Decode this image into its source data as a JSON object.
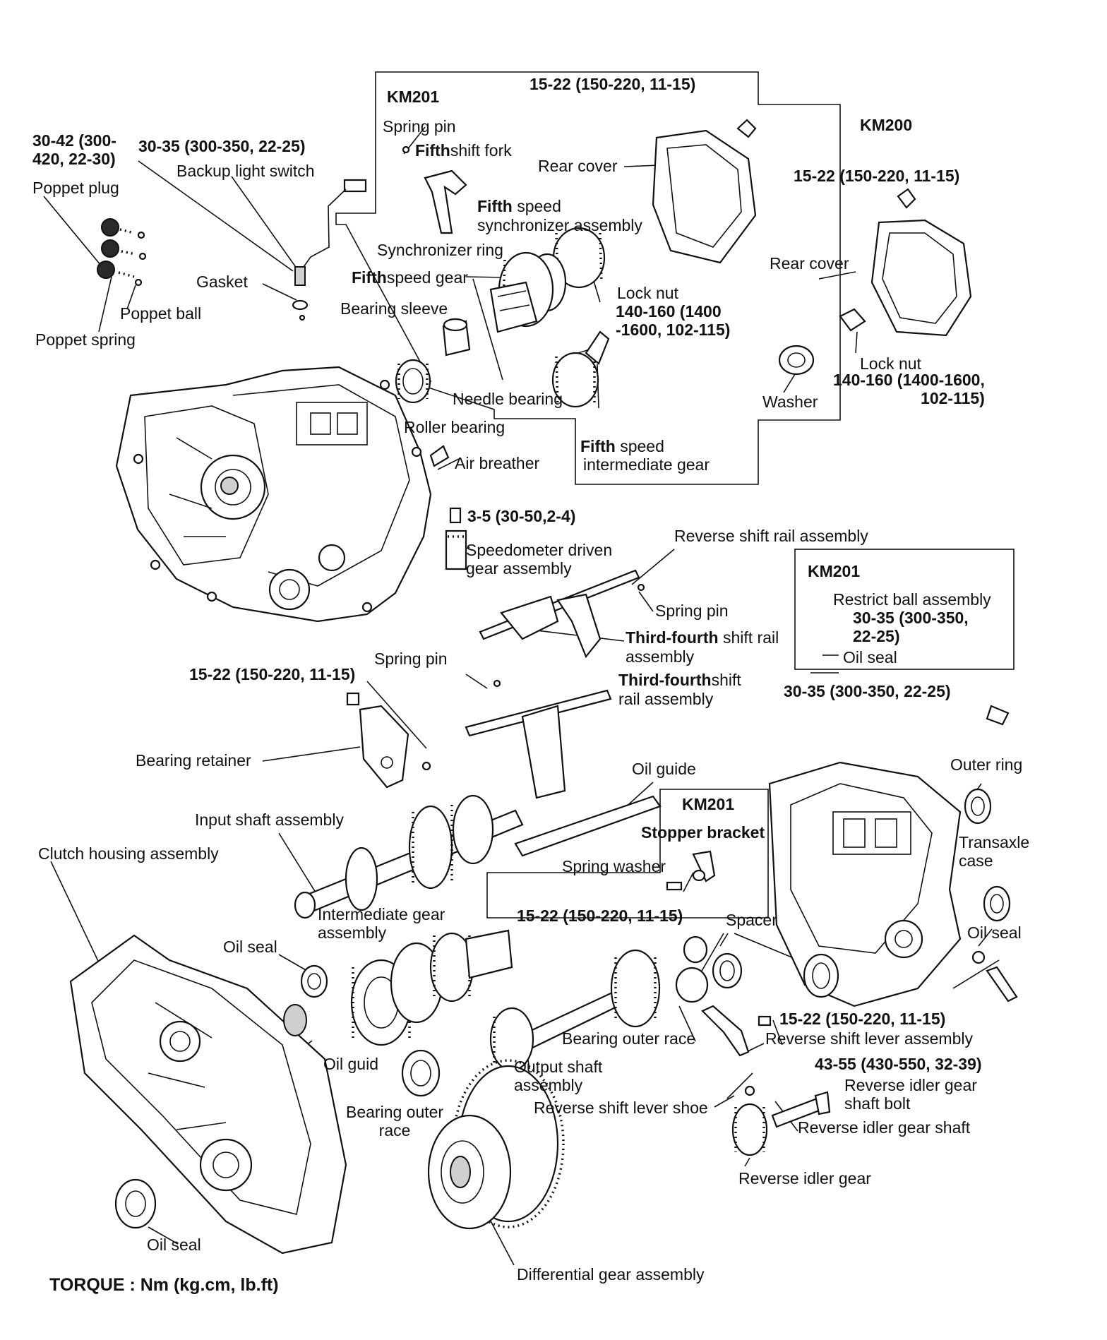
{
  "boxes": {
    "km201_top": "KM201",
    "km200": "KM200",
    "km201_right": "KM201",
    "km201_mid": "KM201"
  },
  "labels": {
    "torque_5th_top": "15-22  (150-220,  11-15)",
    "spring_pin_top": "Spring pin",
    "fifth_shift_fork_bold": "Fifth",
    "fifth_shift_fork_rest": "shift fork",
    "rear_cover_top": "Rear cover",
    "fifth_sync_1_bold": "Fifth",
    "fifth_sync_1_rest": " speed",
    "fifth_sync_2": "synchronizer assembly",
    "sync_ring": "Synchronizer ring",
    "fifth_gear_bold": "Fifth",
    "fifth_gear_rest": "speed gear",
    "lock_nut_top": "Lock nut",
    "lock_nut_top_torque": "140-160 (1400\n-1600, 102-115)",
    "bearing_sleeve": "Bearing sleeve",
    "needle_bearing": "Needle bearing",
    "roller_bearing": "Roller bearing",
    "air_breather": "Air breather",
    "fifth_inter_1_bold": "Fifth",
    "fifth_inter_1_rest": " speed",
    "fifth_inter_2": "intermediate gear",
    "km200_torque": "15-22 (150-220, 11-15)",
    "rear_cover_km200": "Rear cover",
    "lock_nut_km200": "Lock nut",
    "lock_nut_km200_torque": "140-160 (1400-1600,\n102-115)",
    "washer": "Washer",
    "torque_poppet_plug": "30-42 (300-\n420, 22-30)",
    "torque_backup": "30-35 (300-350, 22-25)",
    "backup_light_switch": "Backup light switch",
    "poppet_plug": "Poppet plug",
    "gasket": "Gasket",
    "poppet_ball": "Poppet ball",
    "poppet_spring": "Poppet spring",
    "torque_speedo": "3-5 (30-50,2-4)",
    "speedo_driven": "Speedometer driven\ngear assembly",
    "reverse_shift_rail": "Reverse shift rail assembly",
    "spring_pin_mid": "Spring pin",
    "third_fourth_1_bold": "Third-fourth",
    "third_fourth_1_rest": " shift rail",
    "third_fourth_1_line2": "assembly",
    "restrict_ball": "Restrict ball assembly",
    "restrict_ball_torque": "30-35 (300-350,\n22-25)",
    "oil_seal_km201": "Oil seal",
    "spring_pin_lower": "Spring pin",
    "torque_bearing_ret": "15-22 (150-220, 11-15)",
    "third_fourth_2_bold": "Third-fourth",
    "third_fourth_2_rest": "shift",
    "third_fourth_2_line2": "rail assembly",
    "torque_case": "30-35  (300-350,  22-25)",
    "bearing_retainer": "Bearing retainer",
    "oil_guide": "Oil guide",
    "outer_ring": "Outer ring",
    "input_shaft": "Input shaft assembly",
    "stopper_bracket": "Stopper bracket",
    "clutch_housing": "Clutch housing assembly",
    "spring_washer": "Spring  washer",
    "transaxle_case": "Transaxle\ncase",
    "torque_stopper": "15-22 (150-220, 11-15)",
    "intermediate_gear": "Intermediate gear\nassembly",
    "spacer": "Spacer",
    "oil_seal_mid": "Oil seal",
    "oil_seal_right": "Oil seal",
    "torque_rev_lever": "15-22  (150-220,  11-15)",
    "bearing_outer_race_1": "Bearing outer race",
    "rev_shift_lever": "Reverse shift lever assembly",
    "oil_guid": "Oil guid",
    "output_shaft": "Output shaft\nassembly",
    "torque_idler_bolt": "43-55  (430-550,  32-39)",
    "rev_idler_bolt": "Reverse idler gear\nshaft bolt",
    "bearing_outer_race_2": "Bearing outer\nrace",
    "rev_shift_lever_shoe": "Reverse shift lever shoe",
    "rev_idler_shaft": "Reverse idler gear shaft",
    "rev_idler_gear": "Reverse idler gear",
    "oil_seal_bottom": "Oil seal",
    "differential": "Differential gear assembly",
    "torque_units": "TORQUE : Nm (kg.cm, lb.ft)"
  }
}
